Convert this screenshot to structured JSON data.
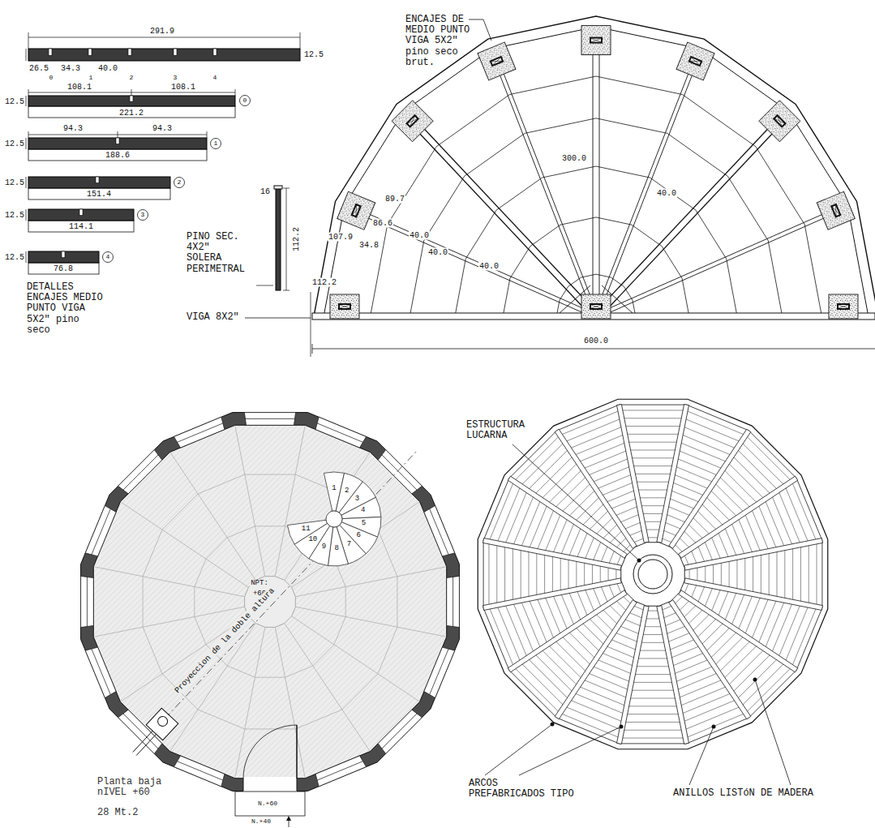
{
  "diagram": {
    "labels": [
      "291.9",
      "12.5",
      "26.5",
      "34.3",
      "40.0",
      "0",
      "1",
      "2",
      "3",
      "4",
      "108.1",
      "108.1",
      "12.5",
      "221.2",
      "0",
      "94.3",
      "94.3",
      "12.5",
      "188.6",
      "1",
      "12.5",
      "151.4",
      "2",
      "12.5",
      "114.1",
      "3",
      "12.5",
      "76.8",
      "4",
      "DETALLES ENCAJES MEDIO PUNTO VIGA 5X2\" pino seco",
      "PINO SEC. 4X2\" SOLERA PERIMETRAL",
      "16",
      "112.2",
      "VIGA 8X2\"",
      "ENCAJES DE MEDIO PUNTO VIGA 5X2\" pino seco brut.",
      "107.9",
      "112.2",
      "89.7",
      "86.6",
      "34.8",
      "40.0",
      "40.0",
      "40.0",
      "300.0",
      "40.0",
      "600.0",
      "1",
      "2",
      "3",
      "4",
      "5",
      "6",
      "7",
      "8",
      "9",
      "10",
      "11",
      "NPT:",
      "+60",
      "Proyeccion de la doble altura",
      "Planta baja nIVEL +60",
      "28 Mt.2",
      "N.+60",
      "N.+40",
      "ESTRUCTURA LUCARNA",
      "ARCOS PREFABRICADOS TIPO",
      "ANILLOS LISTóN DE MADERA"
    ]
  }
}
